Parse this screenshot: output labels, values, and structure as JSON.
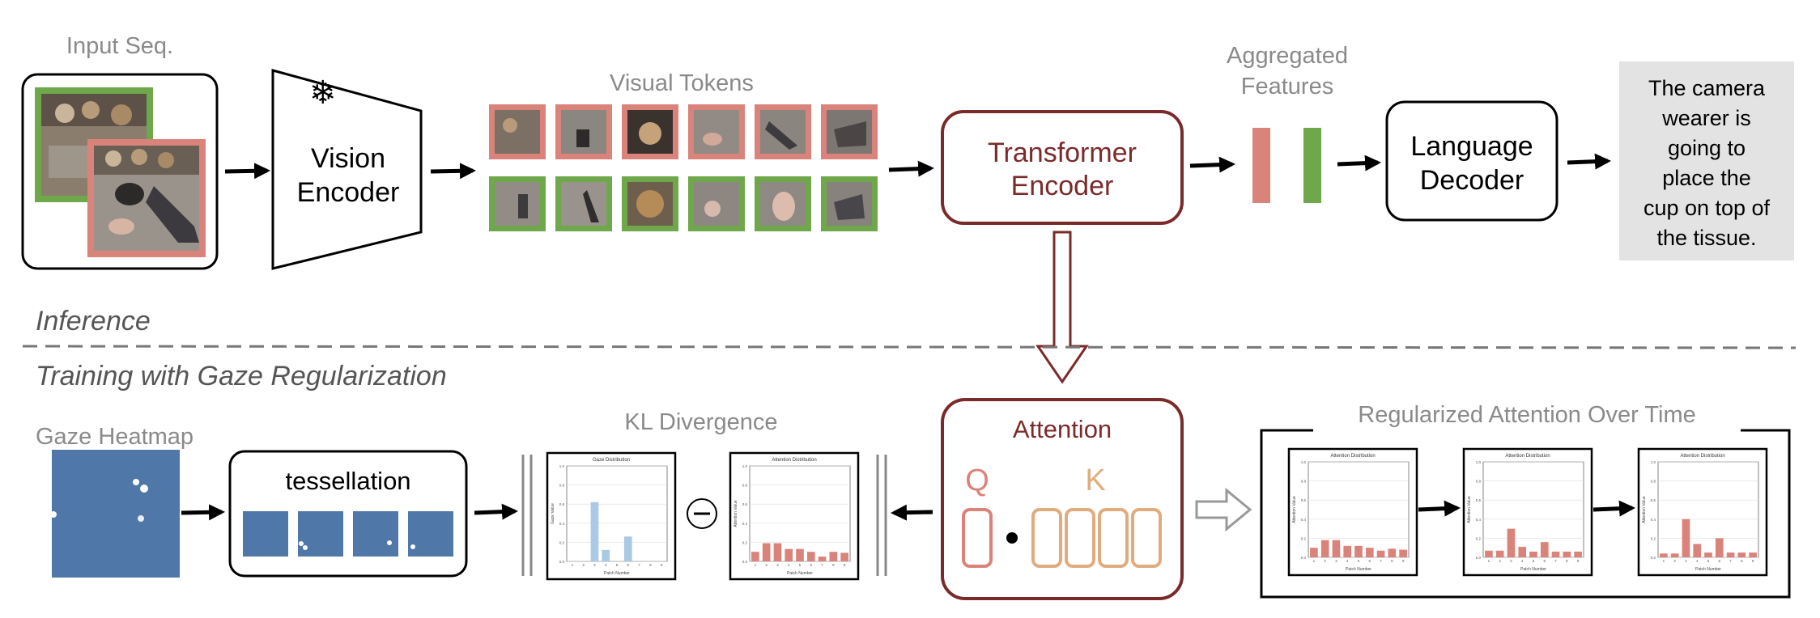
{
  "colors": {
    "dark_red": "#7b2a2a",
    "salmon": "#d9837a",
    "green": "#6fa84a",
    "tan": "#e0ac7e",
    "gray_text": "#8a8a8a",
    "heatmap_blue": "#4f77a8",
    "bar_blue": "#a9c9e6",
    "bar_red": "#d9837a",
    "output_box": "#e3e3e3"
  },
  "inference": {
    "input_seq_label": "Input Seq.",
    "vision_encoder_label": [
      "Vision",
      "Encoder"
    ],
    "frozen_icon": "snowflake-icon",
    "visual_tokens_label": "Visual Tokens",
    "transformer_encoder_label": [
      "Transformer",
      "Encoder"
    ],
    "aggregated_features_label": [
      "Aggregated",
      "Features"
    ],
    "language_decoder_label": [
      "Language",
      "Decoder"
    ],
    "output_text": [
      "The camera",
      "wearer is",
      "going to",
      "place the",
      "cup on top of",
      "the tissue."
    ]
  },
  "section_labels": {
    "inference": "Inference",
    "training": "Training with Gaze Regularization"
  },
  "training": {
    "gaze_heatmap_label": "Gaze Heatmap",
    "tessellation_label": "tessellation",
    "kl_divergence_label": "KL Divergence",
    "attention_label": "Attention",
    "q_label": "Q",
    "k_label": "K",
    "regularized_label": "Regularized Attention Over Time"
  },
  "charts": {
    "gaze": {
      "title": "Gaze Distribution",
      "xlabel": "Patch Number",
      "ylabel": "Gaze Value",
      "color": "#a9c9e6",
      "categories": [
        1,
        2,
        3,
        4,
        5,
        6,
        7,
        8,
        9
      ],
      "values": [
        0,
        0,
        0.62,
        0.12,
        0,
        0.26,
        0,
        0,
        0
      ],
      "ylim": [
        0,
        1.0
      ],
      "yticks": [
        "0.0",
        "0.2",
        "0.4",
        "0.6",
        "0.8",
        "1.0"
      ]
    },
    "attention_a": {
      "title": "Attention Distribution",
      "xlabel": "Patch Number",
      "ylabel": "Attention Value",
      "color": "#d9837a",
      "categories": [
        1,
        2,
        3,
        4,
        5,
        6,
        7,
        8,
        9
      ],
      "values": [
        0.1,
        0.19,
        0.19,
        0.13,
        0.13,
        0.1,
        0.05,
        0.1,
        0.09
      ],
      "ylim": [
        0,
        1.0
      ],
      "yticks": [
        "0.0",
        "0.2",
        "0.4",
        "0.6",
        "0.8",
        "1.0"
      ]
    },
    "attention_t1": {
      "title": "Attention Distribution",
      "xlabel": "Patch Number",
      "ylabel": "Attention Value",
      "color": "#d9837a",
      "categories": [
        1,
        2,
        3,
        4,
        5,
        6,
        7,
        8,
        9
      ],
      "values": [
        0.1,
        0.18,
        0.18,
        0.12,
        0.12,
        0.1,
        0.07,
        0.09,
        0.08
      ],
      "ylim": [
        0,
        1.0
      ],
      "yticks": [
        "0.0",
        "0.2",
        "0.4",
        "0.6",
        "0.8",
        "1.0"
      ]
    },
    "attention_t2": {
      "title": "Attention Distribution",
      "xlabel": "Patch Number",
      "ylabel": "Attention Value",
      "color": "#d9837a",
      "categories": [
        1,
        2,
        3,
        4,
        5,
        6,
        7,
        8,
        9
      ],
      "values": [
        0.07,
        0.07,
        0.3,
        0.11,
        0.06,
        0.16,
        0.06,
        0.06,
        0.06
      ],
      "ylim": [
        0,
        1.0
      ],
      "yticks": [
        "0.0",
        "0.2",
        "0.4",
        "0.6",
        "0.8",
        "1.0"
      ]
    },
    "attention_t3": {
      "title": "Attention Distribution",
      "xlabel": "Patch Number",
      "ylabel": "Attention Value",
      "color": "#d9837a",
      "categories": [
        1,
        2,
        3,
        4,
        5,
        6,
        7,
        8,
        9
      ],
      "values": [
        0.04,
        0.04,
        0.4,
        0.14,
        0.05,
        0.2,
        0.05,
        0.05,
        0.05
      ],
      "ylim": [
        0,
        1.0
      ],
      "yticks": [
        "0.0",
        "0.2",
        "0.4",
        "0.6",
        "0.8",
        "1.0"
      ]
    }
  }
}
